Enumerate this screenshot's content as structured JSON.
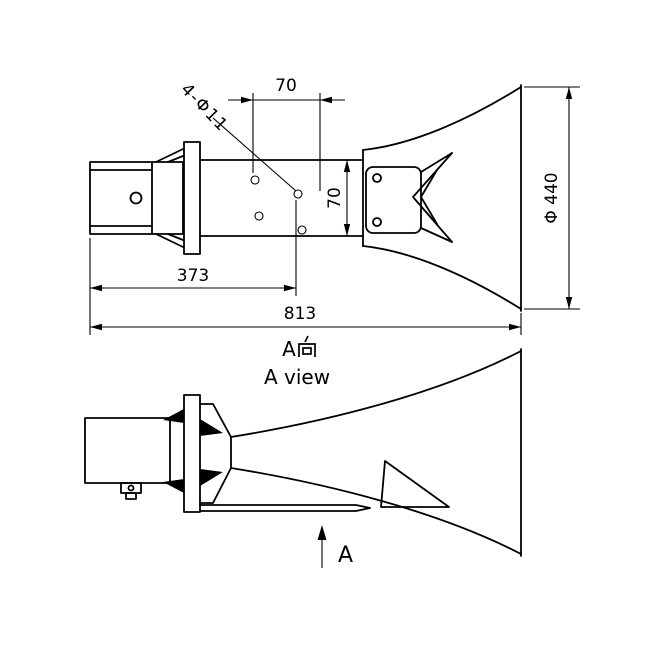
{
  "drawing": {
    "side_view": {
      "hole_callout": "4-Φ11",
      "dim_hole_spacing_horizontal": "70",
      "dim_throat_height": "70",
      "dim_mouth_diameter": "Φ 440",
      "dim_rear_to_mount": "373",
      "dim_overall_length": "813"
    },
    "a_view": {
      "label_cn": "A向",
      "label_cn_prefix": "A",
      "label_en": "A view",
      "direction_label": "A"
    },
    "colors": {
      "line": "#000000",
      "background": "#ffffff"
    }
  }
}
